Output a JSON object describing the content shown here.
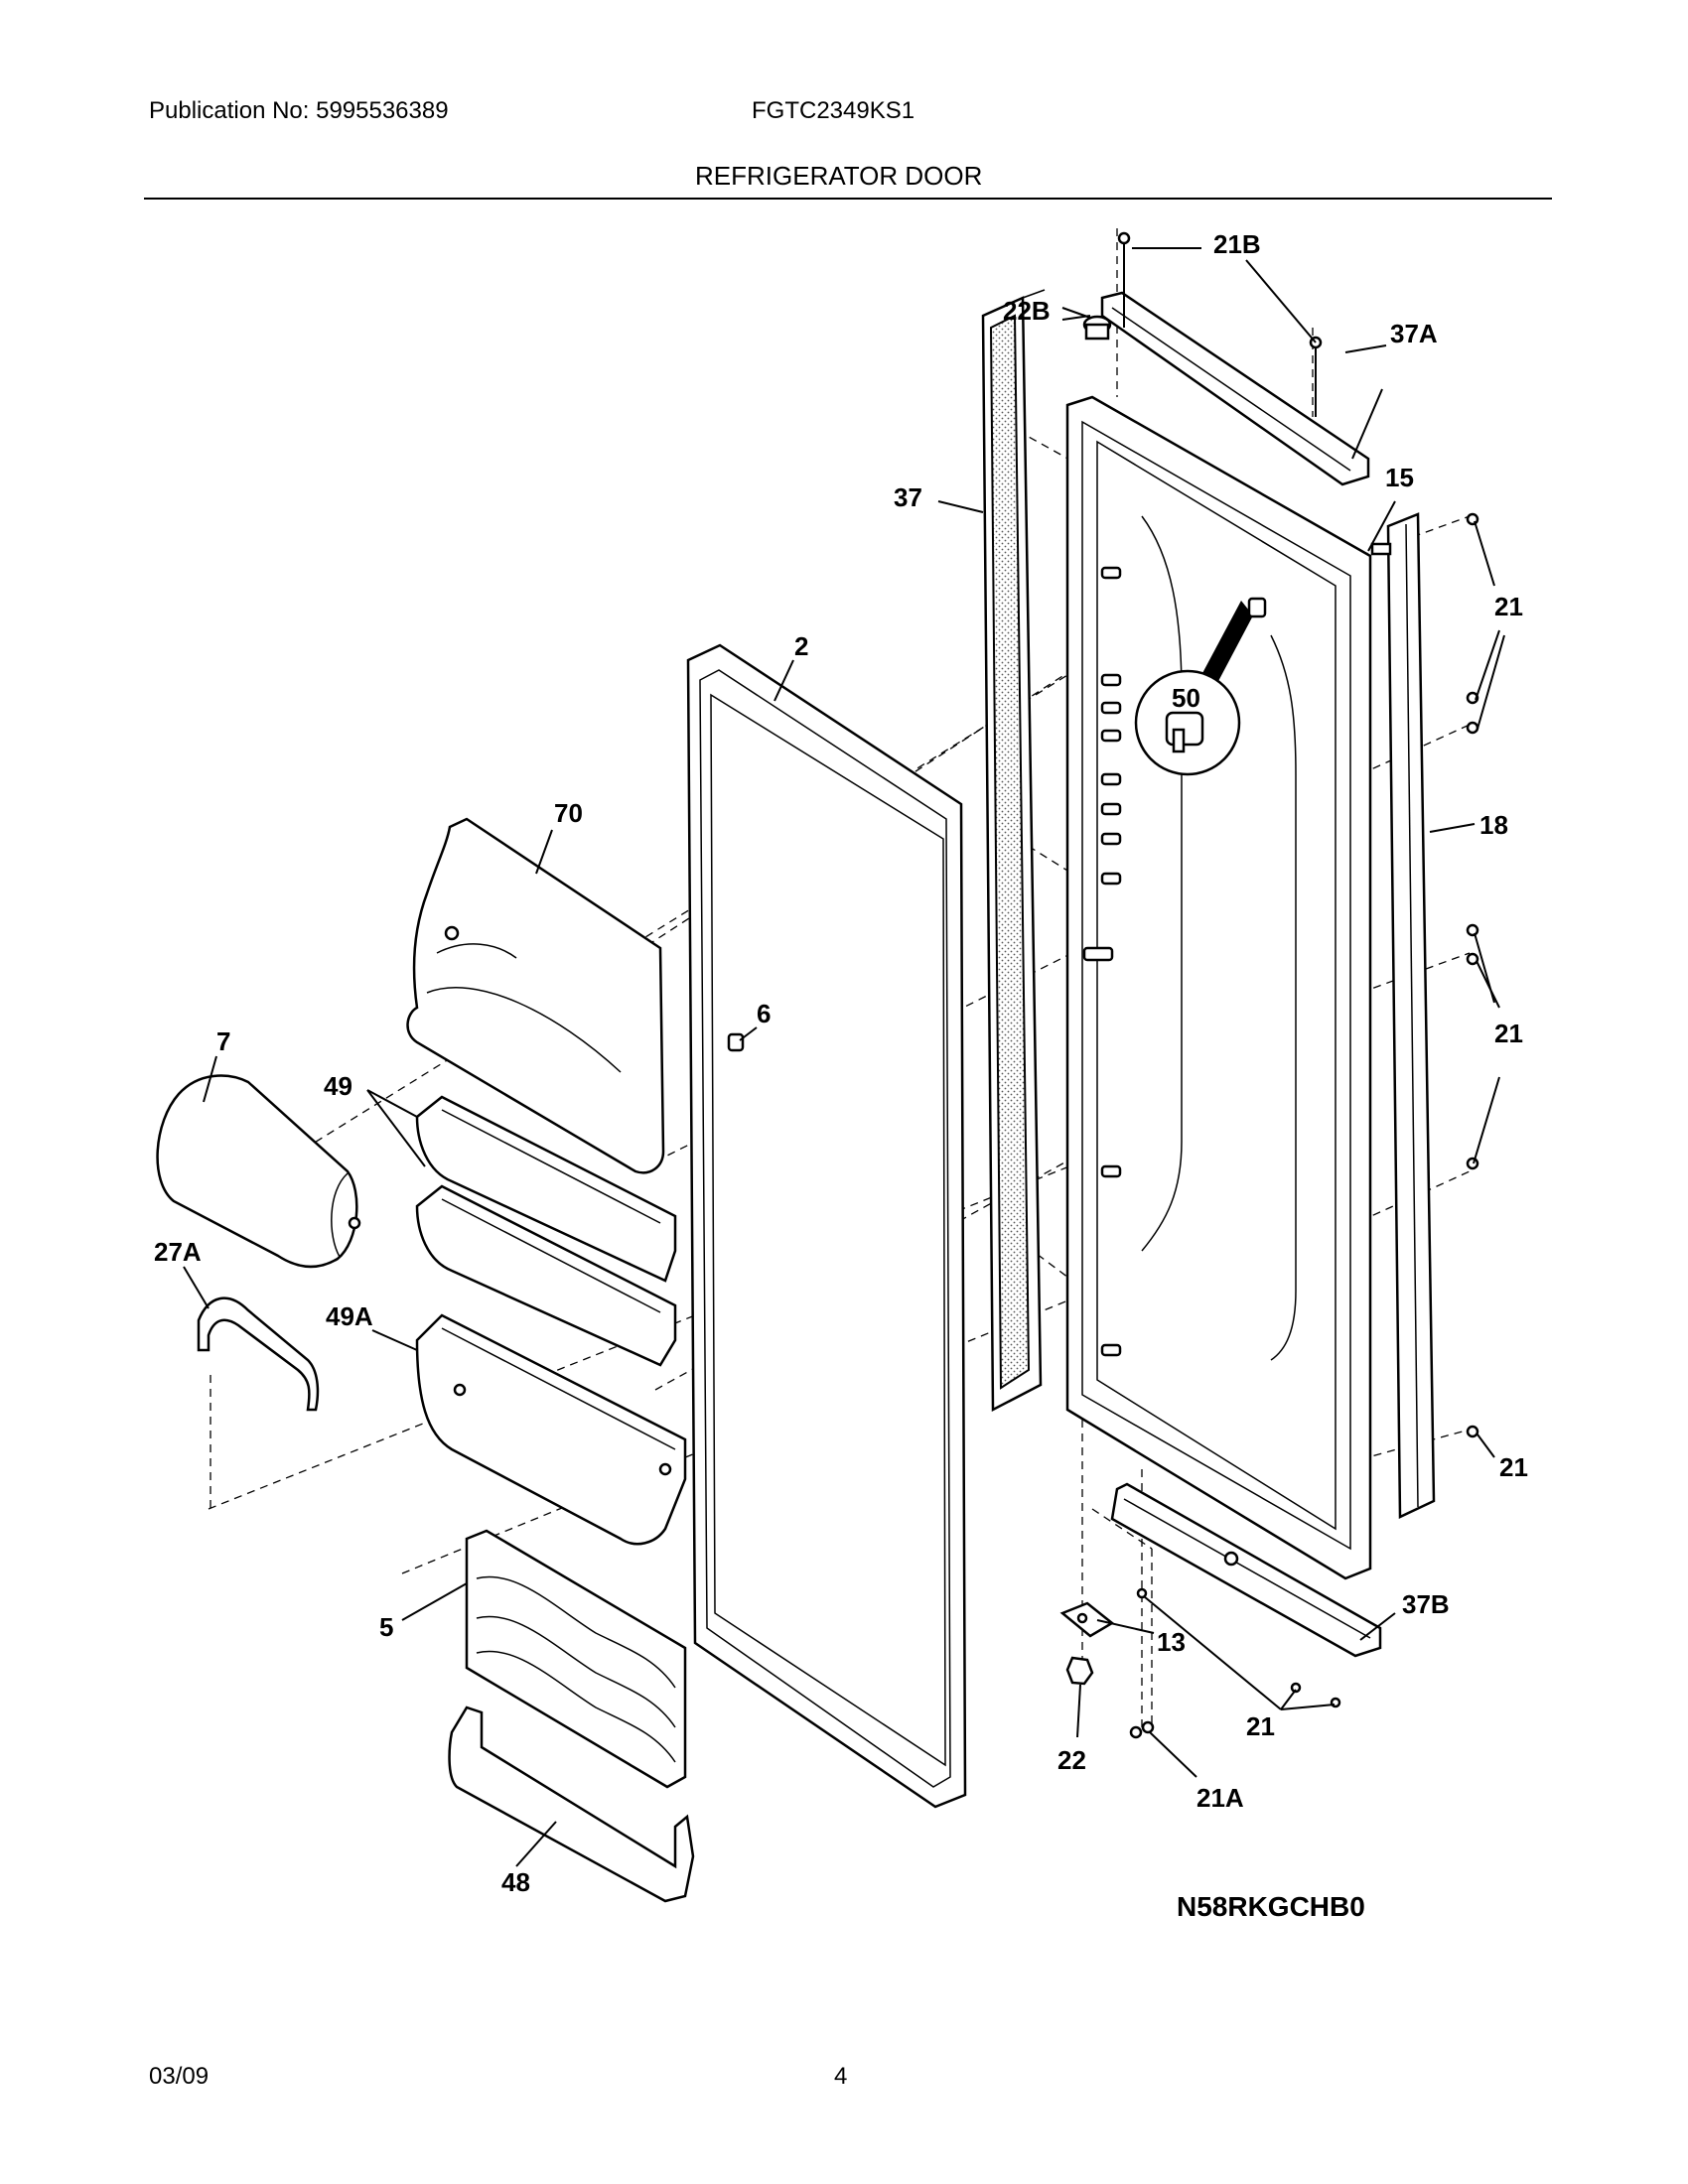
{
  "header": {
    "publication": "Publication No: 5995536389",
    "model": "FGTC2349KS1",
    "section_title": "REFRIGERATOR DOOR"
  },
  "diagram": {
    "drawing_code": "N58RKGCHB0",
    "callouts": {
      "c21B": "21B",
      "c22B": "22B",
      "c37A": "37A",
      "c37": "37",
      "c15": "15",
      "c21a": "21",
      "c2": "2",
      "c50": "50",
      "c18": "18",
      "c70": "70",
      "c21b": "21",
      "c7": "7",
      "c6": "6",
      "c49": "49",
      "c27A": "27A",
      "c49A": "49A",
      "c21c": "21",
      "c37B": "37B",
      "c5": "5",
      "c13": "13",
      "c21d": "21",
      "c22": "22",
      "c21A": "21A",
      "c48": "48"
    }
  },
  "footer": {
    "date": "03/09",
    "page": "4"
  }
}
